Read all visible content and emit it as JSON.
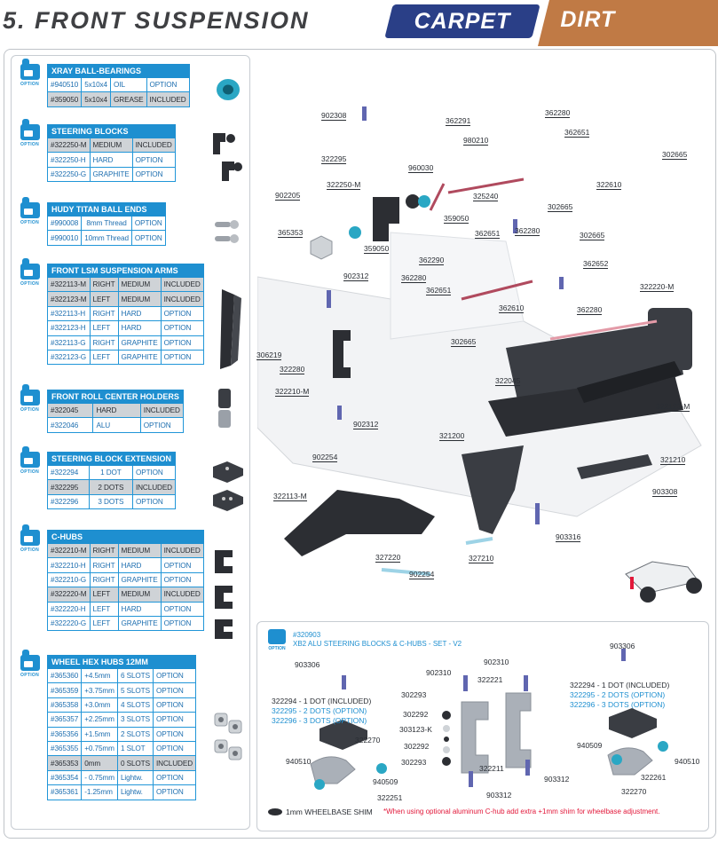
{
  "header": {
    "title": "5. FRONT SUSPENSION",
    "tab_carpet": "CARPET",
    "tab_dirt": "DIRT"
  },
  "option_badge": "OPTION",
  "tables": [
    {
      "title": "XRAY BALL-BEARINGS",
      "rows": [
        [
          "#940510",
          "5x10x4",
          "OIL",
          "OPTION"
        ],
        [
          "#359050",
          "5x10x4",
          "GREASE",
          "INCLUDED"
        ]
      ],
      "highlight": [
        1
      ]
    },
    {
      "title": "STEERING  BLOCKS",
      "rows": [
        [
          "#322250-M",
          "MEDIUM",
          "INCLUDED"
        ],
        [
          "#322250-H",
          "HARD",
          "OPTION"
        ],
        [
          "#322250-G",
          "GRAPHITE",
          "OPTION"
        ]
      ],
      "highlight": [
        0
      ]
    },
    {
      "title": "HUDY TITAN BALL ENDS",
      "rows": [
        [
          "#990008",
          "8mm Thread",
          "OPTION"
        ],
        [
          "#990010",
          "10mm Thread",
          "OPTION"
        ]
      ],
      "highlight": []
    },
    {
      "title": "FRONT LSM SUSPENSION ARMS",
      "rows": [
        [
          "#322113-M",
          "RIGHT",
          "MEDIUM",
          "INCLUDED"
        ],
        [
          "#322123-M",
          "LEFT",
          "MEDIUM",
          "INCLUDED"
        ],
        [
          "#322113-H",
          "RIGHT",
          "HARD",
          "OPTION"
        ],
        [
          "#322123-H",
          "LEFT",
          "HARD",
          "OPTION"
        ],
        [
          "#322113-G",
          "RIGHT",
          "GRAPHITE",
          "OPTION"
        ],
        [
          "#322123-G",
          "LEFT",
          "GRAPHITE",
          "OPTION"
        ]
      ],
      "highlight": [
        0,
        1
      ]
    },
    {
      "title": "FRONT ROLL CENTER HOLDERS",
      "rows": [
        [
          "#322045",
          "HARD",
          "INCLUDED"
        ],
        [
          "#322046",
          "ALU",
          "OPTION"
        ]
      ],
      "highlight": [
        0
      ]
    },
    {
      "title": "STEERING  BLOCK EXTENSION",
      "rows": [
        [
          "#322294",
          "1 DOT",
          "OPTION"
        ],
        [
          "#322295",
          "2 DOTS",
          "INCLUDED"
        ],
        [
          "#322296",
          "3 DOTS",
          "OPTION"
        ]
      ],
      "highlight": [
        1
      ]
    },
    {
      "title": "C-HUBS",
      "rows": [
        [
          "#322210-M",
          "RIGHT",
          "MEDIUM",
          "INCLUDED"
        ],
        [
          "#322210-H",
          "RIGHT",
          "HARD",
          "OPTION"
        ],
        [
          "#322210-G",
          "RIGHT",
          "GRAPHITE",
          "OPTION"
        ],
        [
          "#322220-M",
          "LEFT",
          "MEDIUM",
          "INCLUDED"
        ],
        [
          "#322220-H",
          "LEFT",
          "HARD",
          "OPTION"
        ],
        [
          "#322220-G",
          "LEFT",
          "GRAPHITE",
          "OPTION"
        ]
      ],
      "highlight": [
        0,
        3
      ]
    },
    {
      "title": "WHEEL HEX HUBS 12MM",
      "rows": [
        [
          "#365360",
          "+4.5mm",
          "6 SLOTS",
          "OPTION"
        ],
        [
          "#365359",
          "+3.75mm",
          "5 SLOTS",
          "OPTION"
        ],
        [
          "#365358",
          "+3.0mm",
          "4 SLOTS",
          "OPTION"
        ],
        [
          "#365357",
          "+2.25mm",
          "3 SLOTS",
          "OPTION"
        ],
        [
          "#365356",
          "+1.5mm",
          "2 SLOTS",
          "OPTION"
        ],
        [
          "#365355",
          "+0.75mm",
          "1 SLOT",
          "OPTION"
        ],
        [
          "#365353",
          "0mm",
          "0 SLOTS",
          "INCLUDED"
        ],
        [
          "#365354",
          "- 0.75mm",
          "Lightw.",
          "OPTION"
        ],
        [
          "#365361",
          "-1.25mm",
          "Lightw.",
          "OPTION"
        ]
      ],
      "highlight": [
        6
      ]
    }
  ],
  "diagram_labels": [
    "902308",
    "322295",
    "362291",
    "980210",
    "362280",
    "362651",
    "302665",
    "960030",
    "322250-M",
    "325240",
    "322610",
    "902205",
    "359050",
    "302665",
    "365353",
    "359050",
    "362290",
    "362651",
    "362280",
    "302665",
    "362652",
    "362280",
    "902312",
    "362651",
    "322220-M",
    "306219",
    "322280",
    "302665",
    "362610",
    "362280",
    "322210-M",
    "322045",
    "322123-M",
    "902312",
    "321200",
    "902254",
    "321210",
    "903308",
    "322113-M",
    "903316",
    "327220",
    "327210",
    "902254"
  ],
  "set": {
    "part": "#320903",
    "title": "XB2 ALU STEERING BLOCKS & C-HUBS - SET - V2",
    "labels": [
      "903306",
      "903306",
      "902310",
      "902310",
      "322221",
      "302293",
      "302292",
      "303123-K",
      "302292",
      "302293",
      "322270",
      "940510",
      "940509",
      "322251",
      "322211",
      "903312",
      "903312",
      "940509",
      "940510",
      "322270",
      "322261"
    ],
    "left_list": [
      "322294 - 1 DOT (INCLUDED)",
      "322295 - 2 DOTS (OPTION)",
      "322296 - 3 DOTS (OPTION)"
    ],
    "right_list": [
      "322294 - 1 DOT (INCLUDED)",
      "322295 - 2 DOTS (OPTION)",
      "322296 - 3 DOTS (OPTION)"
    ],
    "shim": "1mm WHEELBASE SHIM",
    "note": "*When using optional aluminum C-hub add extra +1mm shim for wheelbase adjustment."
  },
  "colors": {
    "blue": "#1e8fd0",
    "navy": "#2a3f87",
    "orange": "#c07a45",
    "red": "#e2183a"
  }
}
